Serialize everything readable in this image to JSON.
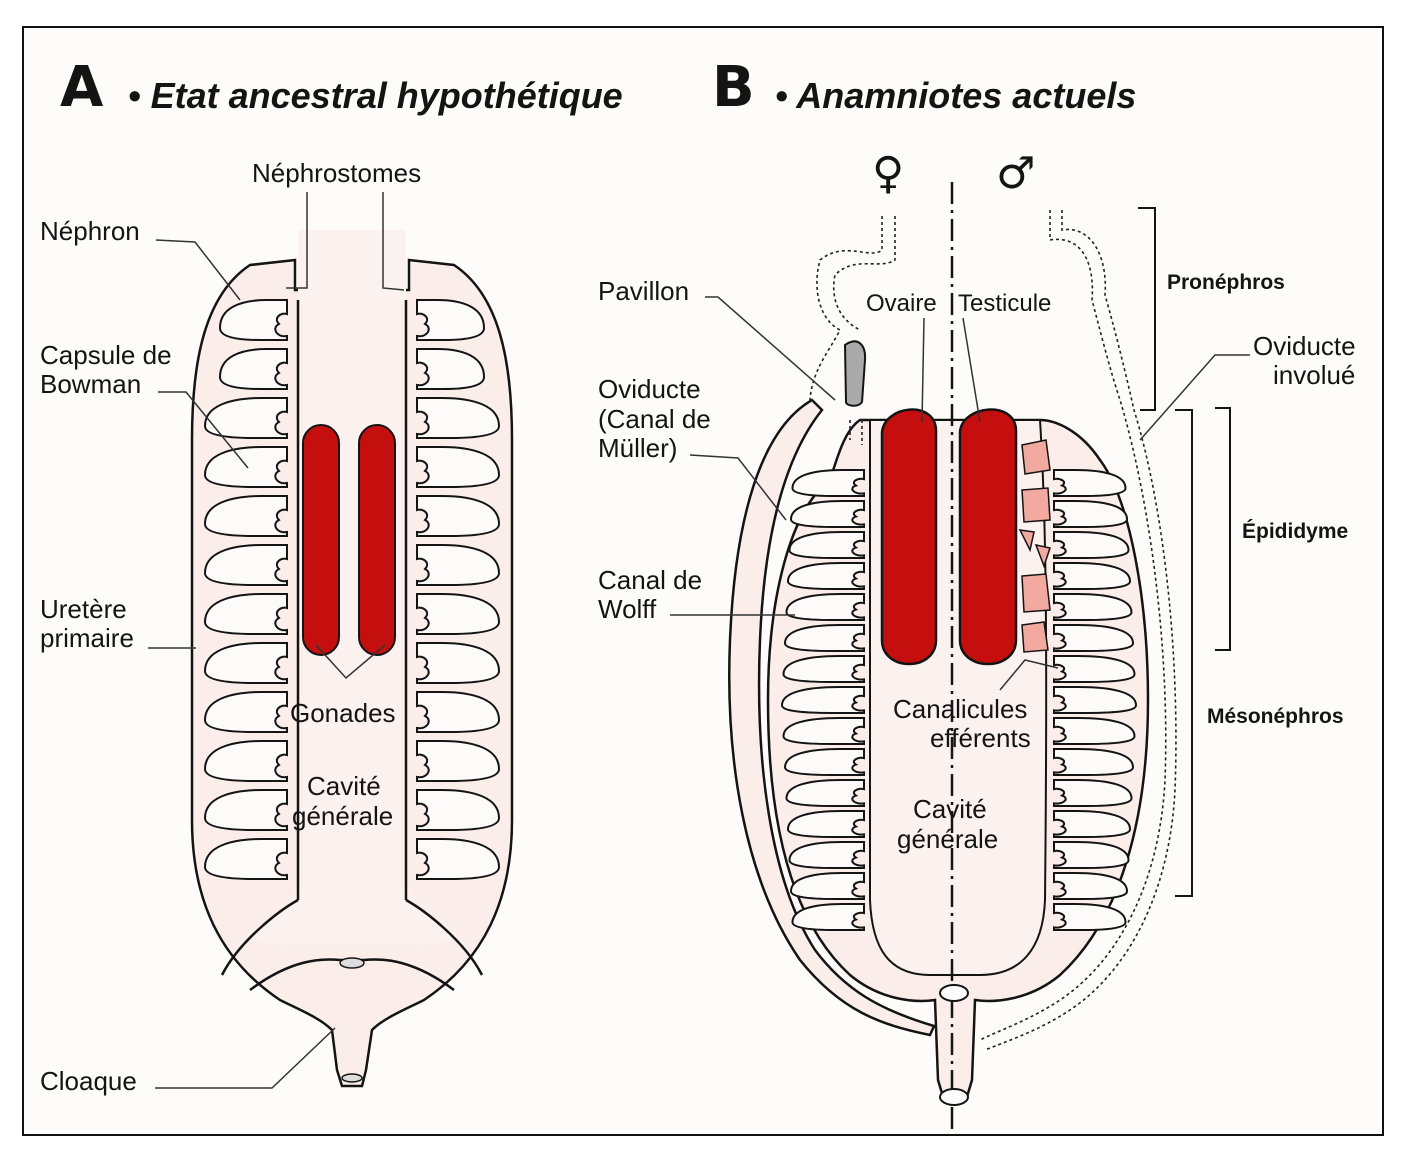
{
  "panel_a": {
    "letter": "A",
    "title": "• Etat ancestral hypothétique",
    "labels": {
      "nephrostomes": "Néphrostomes",
      "nephron": "Néphron",
      "capsule_1": "Capsule de",
      "capsule_2": "Bowman",
      "uretere_1": "Uretère",
      "uretere_2": "primaire",
      "gonades": "Gonades",
      "cavite_1": "Cavité",
      "cavite_2": "générale",
      "cloaque": "Cloaque"
    }
  },
  "panel_b": {
    "letter": "B",
    "title": "• Anamniotes actuels",
    "female_symbol": "♀",
    "male_symbol": "♂",
    "labels": {
      "pavillon": "Pavillon",
      "oviducte_1": "Oviducte",
      "oviducte_2": "(Canal de",
      "oviducte_3": "Müller)",
      "wolff_1": "Canal de",
      "wolff_2": "Wolff",
      "ovaire": "Ovaire",
      "testicule": "Testicule",
      "canalicules_1": "Canalicules",
      "canalicules_2": "efférents",
      "cavite_1": "Cavité",
      "cavite_2": "générale",
      "oviducte_involue_1": "Oviducte",
      "oviducte_involue_2": "involué",
      "pronephros": "Pronéphros",
      "epididyme": "Épididyme",
      "mesonephros": "Mésonéphros"
    }
  },
  "colors": {
    "gonad_red": "#c50e0e",
    "body_pink": "#fbeeea",
    "canalicule_pink": "#f2a9a0",
    "outline": "#141414"
  }
}
